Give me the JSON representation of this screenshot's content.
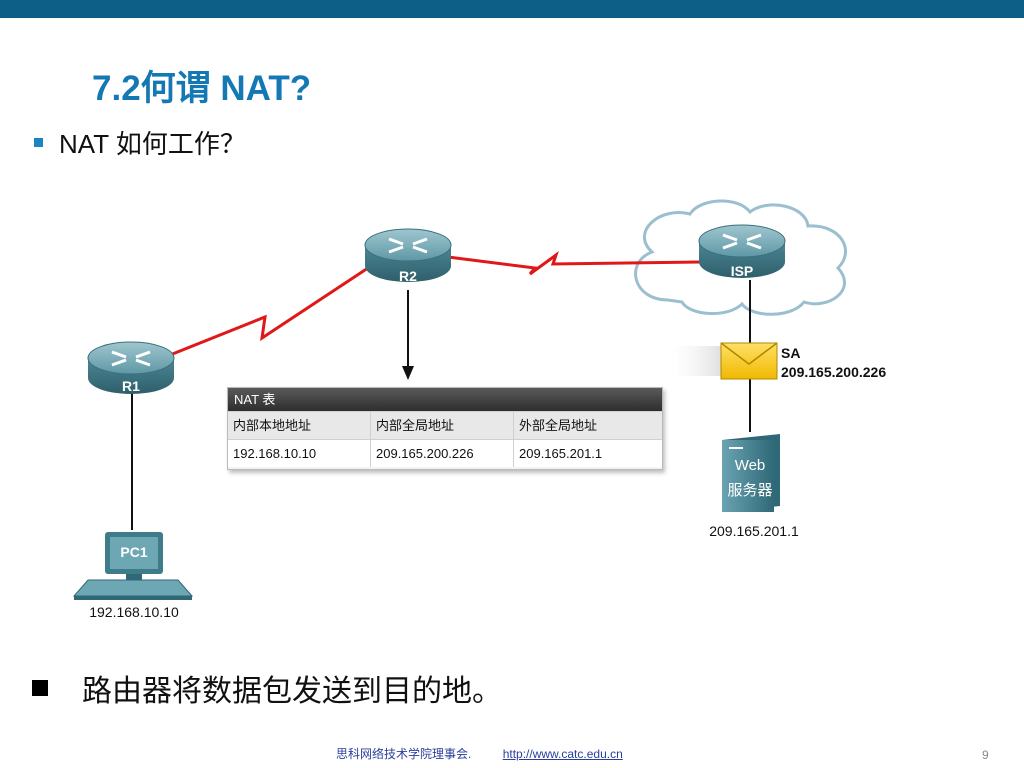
{
  "title": "7.2何谓 NAT?",
  "bullet1": "NAT 如何工作？",
  "bullet2": "路由器将数据包发送到目的地。",
  "diagram": {
    "r1_label": "R1",
    "r2_label": "R2",
    "isp_label": "ISP",
    "pc_label": "PC1",
    "pc_ip": "192.168.10.10",
    "sa_label": "SA",
    "sa_ip": "209.165.200.226",
    "server_line1": "Web",
    "server_line2": "服务器",
    "server_ip": "209.165.201.1",
    "link_color": "#e01818"
  },
  "nat_table": {
    "title": "NAT 表",
    "headers": [
      "内部本地地址",
      "内部全局地址",
      "外部全局地址"
    ],
    "row": [
      "192.168.10.10",
      "209.165.200.226",
      "209.165.201.1"
    ]
  },
  "footer": {
    "org": "思科网络技术学院理事会.",
    "url": "http://www.catc.edu.cn",
    "page": "9"
  },
  "colors": {
    "topbar": "#0e5f88",
    "title": "#1478b4",
    "router": "#3f7c8a"
  }
}
